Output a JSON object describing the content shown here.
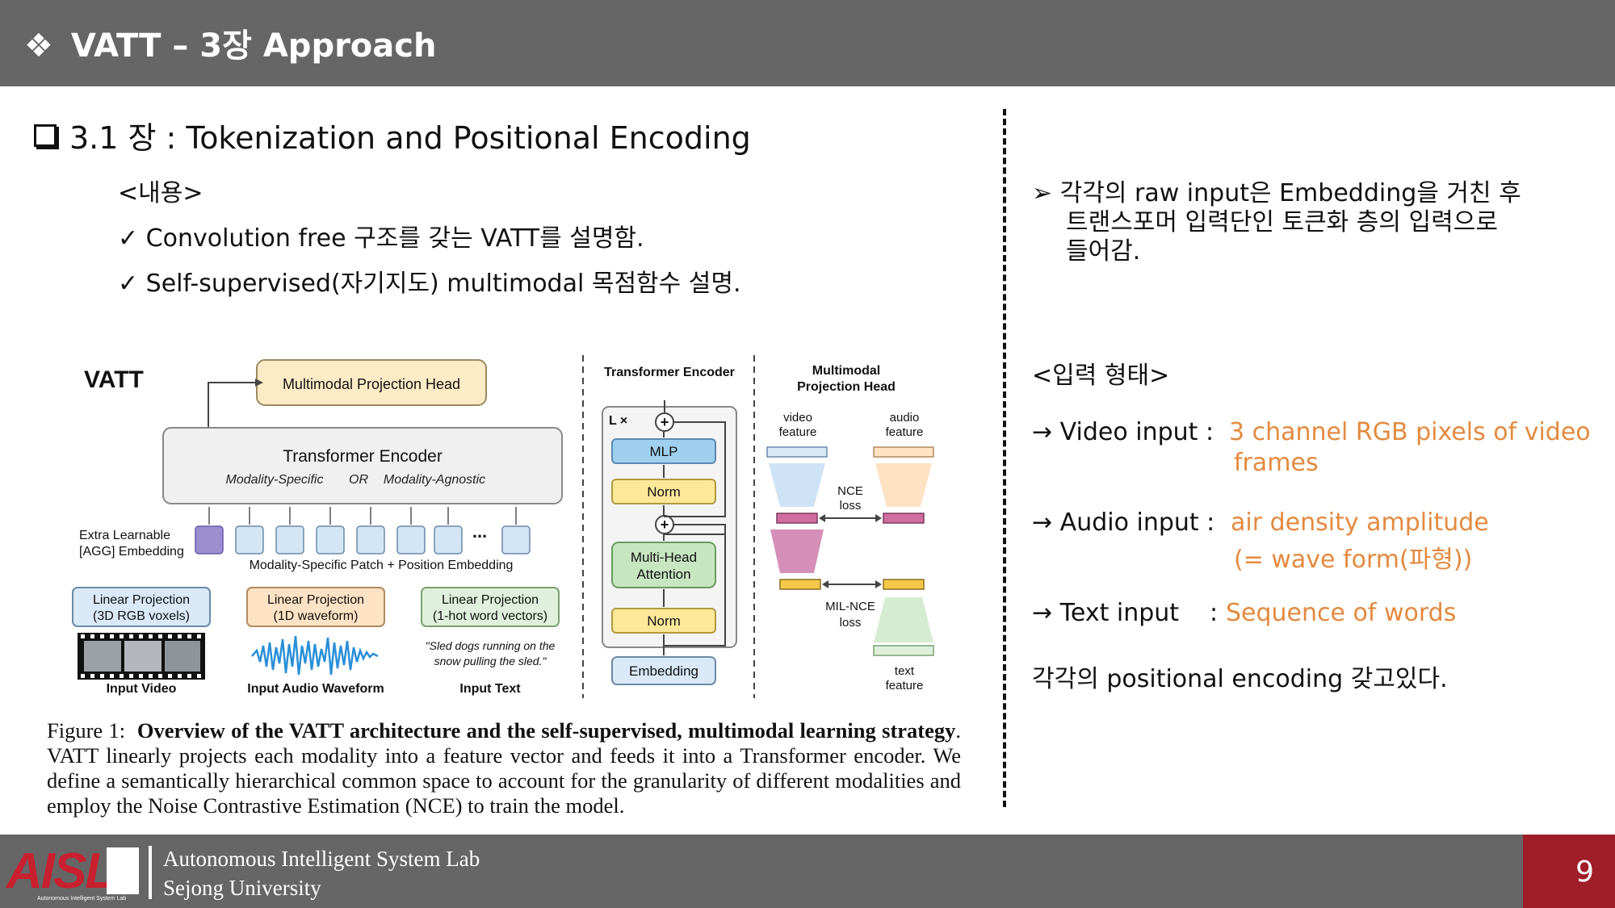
{
  "header": {
    "bullet": "❖",
    "title": "VATT – 3장 Approach"
  },
  "section": {
    "title": "3.1 장 : Tokenization and Positional Encoding"
  },
  "content": {
    "heading": "<내용>",
    "items": [
      "✓ Convolution free 구조를 갖는 VATT를 설명함.",
      "✓ Self-supervised(자기지도) multimodal 목점함수 설명."
    ]
  },
  "figure": {
    "vatt": "VATT",
    "mph": "Multimodal Projection Head",
    "te_title": "Transformer Encoder",
    "te_sub_a": "Modality-Specific",
    "te_sub_or": "OR",
    "te_sub_b": "Modality-Agnostic",
    "agg_1": "Extra Learnable",
    "agg_2": "[AGG] Embedding",
    "dots": "...",
    "patch_label": "Modality-Specific Patch + Position Embedding",
    "lp_video_1": "Linear Projection",
    "lp_video_2": "(3D RGB voxels)",
    "lp_audio_1": "Linear Projection",
    "lp_audio_2": "(1D waveform)",
    "lp_text_1": "Linear Projection",
    "lp_text_2": "(1-hot word vectors)",
    "quote_1": "\"Sled dogs running on the",
    "quote_2": "snow pulling the sled.\"",
    "in_video": "Input Video",
    "in_audio": "Input Audio Waveform",
    "in_text": "Input Text",
    "enc_title": "Transformer Encoder",
    "lx": "L ×",
    "mlp": "MLP",
    "norm": "Norm",
    "mha_1": "Multi-Head",
    "mha_2": "Attention",
    "embedding": "Embedding",
    "plus": "+",
    "mp_title_1": "Multimodal",
    "mp_title_2": "Projection Head",
    "video_feature_1": "video",
    "video_feature_2": "feature",
    "audio_feature_1": "audio",
    "audio_feature_2": "feature",
    "nce_1": "NCE",
    "nce_2": "loss",
    "milnce_1": "MIL-NCE",
    "milnce_2": "loss",
    "text_feature_1": "text",
    "text_feature_2": "feature"
  },
  "caption": {
    "prefix": "Figure 1:",
    "bold": "Overview of the VATT architecture and the self-supervised, multimodal learning strategy",
    "rest": ". VATT linearly projects each modality into a feature vector and feeds it into a Transformer encoder. We define a semantically hierarchical common space to account for the granularity of different modalities and employ the Noise Contrastive Estimation (NCE) to train the model."
  },
  "right": {
    "intro_1": "➢ 각각의 raw input은 Embedding을 거친 후",
    "intro_2": "트랜스포머 입력단인 토큰화 층의 입력으로",
    "intro_3": "들어감.",
    "form_heading": "<입력 형태>",
    "video_label": "→ Video input :",
    "video_val_1": "3 channel RGB pixels of video",
    "video_val_2": "frames",
    "audio_label": "→ Audio input :",
    "audio_val_1": "air density amplitude",
    "audio_val_2": "(= wave form(파형))",
    "text_label": "→ Text input",
    "text_colon": ":",
    "text_val": "Sequence of words",
    "closing": "각각의 positional encoding 갖고있다."
  },
  "footer": {
    "logo": "AISL",
    "logo_sub": "Autonomous Intelligent System Lab",
    "lab": "Autonomous Intelligent System Lab",
    "univ": "Sejong University",
    "page": "9"
  },
  "colors": {
    "bar": "#666666",
    "accent": "#e38a3f",
    "page_box": "#a01e2a",
    "logo_red": "#c8202f"
  }
}
